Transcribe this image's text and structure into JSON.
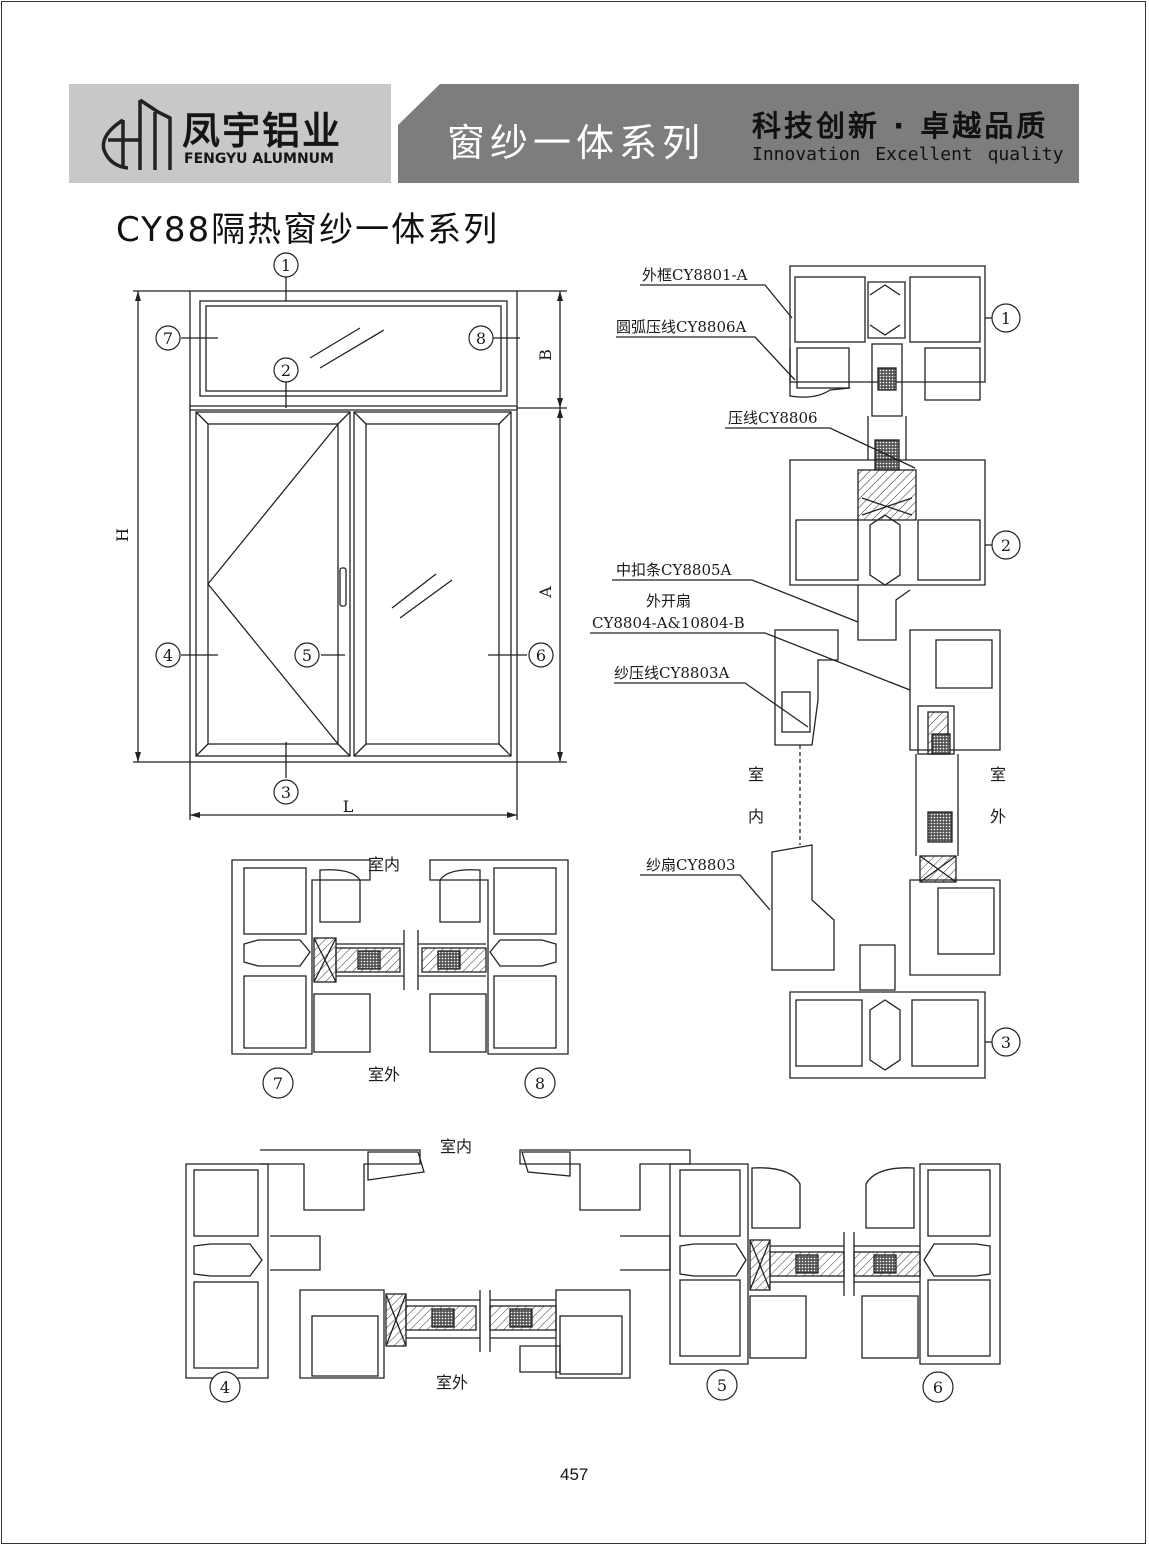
{
  "header": {
    "brand_cn": "凤宇铝业",
    "brand_en": "FENGYU ALUMNUM",
    "series_name": "窗纱一体系列",
    "slogan_cn": "科技创新 · 卓越品质",
    "slogan_en": "Innovation Excellent quality"
  },
  "title": "CY88隔热窗纱一体系列",
  "elevation": {
    "dimensions": {
      "height": "H",
      "width": "L",
      "upper": "B",
      "lower": "A"
    },
    "markers": [
      "1",
      "2",
      "3",
      "4",
      "5",
      "6",
      "7",
      "8"
    ]
  },
  "section_vertical": {
    "parts": {
      "frame": "外框CY8801-A",
      "arc_bead": "圆弧压线CY8806A",
      "bead": "压线CY8806",
      "mullion_strip": "中扣条CY8805A",
      "sash_line1": "外开扇",
      "sash_line2": "CY8804-A&10804-B",
      "screen_bead": "纱压线CY8803A",
      "screen_sash": "纱扇CY8803"
    },
    "indoor_chars": [
      "室",
      "内"
    ],
    "outdoor_chars": [
      "室",
      "外"
    ],
    "markers": [
      "1",
      "2",
      "3"
    ]
  },
  "section_78": {
    "indoor": "室内",
    "outdoor": "室外",
    "markers": [
      "7",
      "8"
    ]
  },
  "section_456": {
    "indoor": "室内",
    "outdoor": "室外",
    "markers": [
      "4",
      "5",
      "6"
    ]
  },
  "page_number": "457"
}
